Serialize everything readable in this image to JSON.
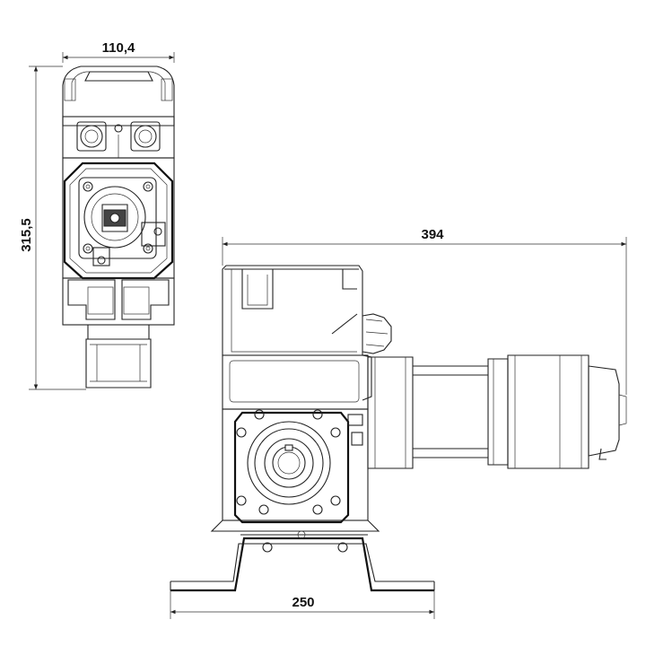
{
  "dimensions": {
    "front_width": "110,4",
    "front_height": "315,5",
    "side_length": "394",
    "base_width": "250"
  },
  "colors": {
    "line": "#222222",
    "background": "#ffffff"
  }
}
